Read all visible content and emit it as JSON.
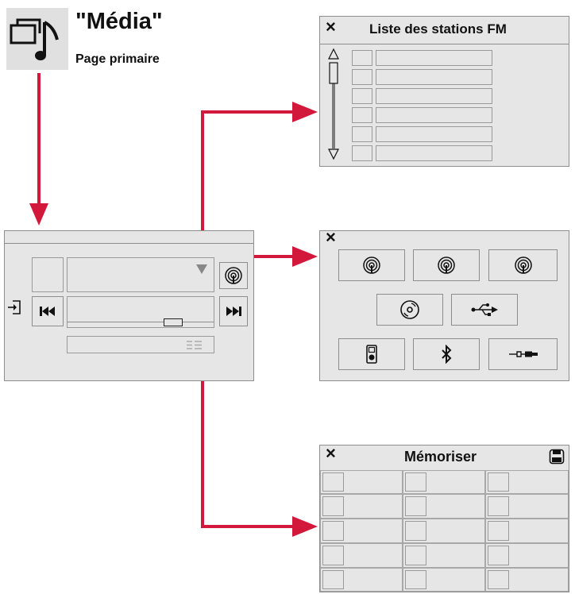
{
  "header": {
    "title": "\"Média\"",
    "subtitle": "Page primaire",
    "icon": "media-music-icon"
  },
  "colors": {
    "arrow": "#d2193c",
    "panel": "#e6e6e6",
    "border": "#8d8d8d"
  },
  "fm_list_panel": {
    "title": "Liste des stations FM",
    "close_label": "×",
    "rows": 6
  },
  "sources_panel": {
    "close_label": "×",
    "buttons": [
      "radio-icon",
      "radio-icon",
      "radio-icon",
      "cd-icon",
      "usb-icon",
      "ipod-icon",
      "bluetooth-icon",
      "aux-jack-icon"
    ]
  },
  "memorize_panel": {
    "title": "Mémoriser",
    "close_label": "×",
    "save_icon": "floppy-disk-icon",
    "columns": 3,
    "rows": 5
  },
  "media_page": {
    "icons": [
      "source-switch-icon",
      "previous-track-icon",
      "next-track-icon",
      "radio-icon",
      "dropdown-triangle-icon",
      "list-settings-icon"
    ]
  }
}
